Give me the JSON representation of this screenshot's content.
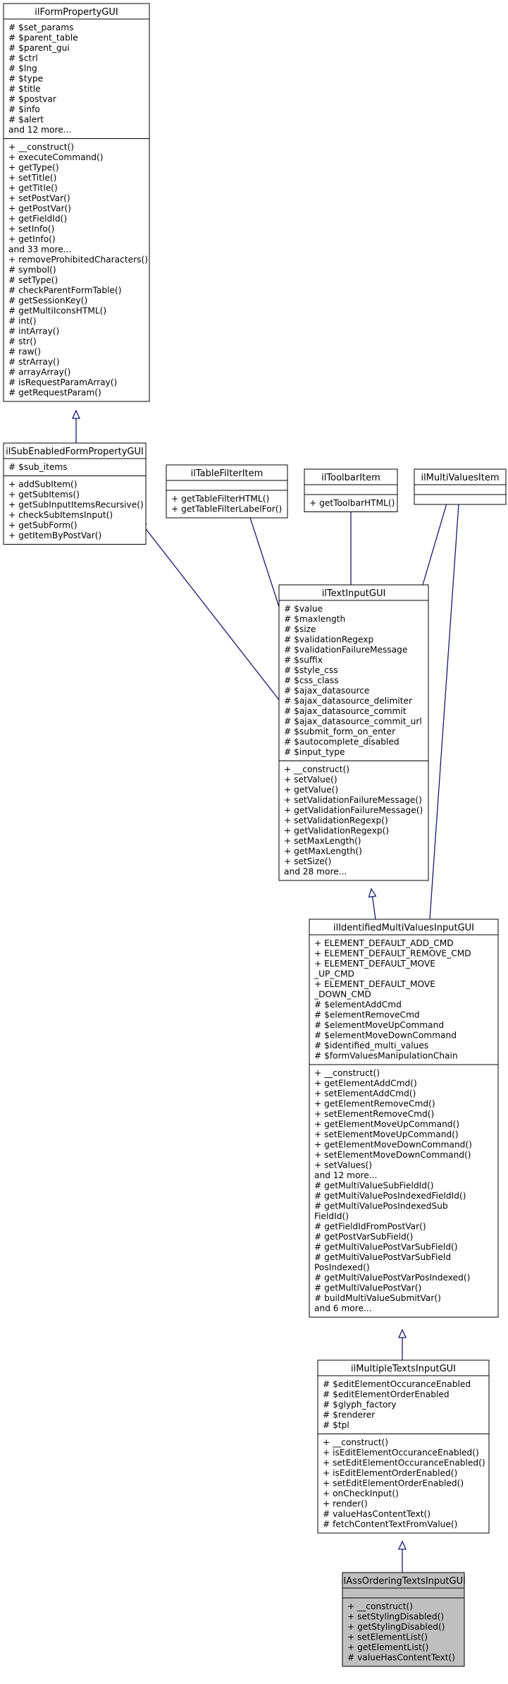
{
  "classes": [
    {
      "id": "ilFormPropertyGUI",
      "title": "ilFormPropertyGUI",
      "highlight": false,
      "sections": [
        [
          "# $set_params",
          "# $parent_table",
          "# $parent_gui",
          "# $ctrl",
          "# $lng",
          "# $type",
          "# $title",
          "# $postvar",
          "# $info",
          "# $alert",
          "and 12 more..."
        ],
        [
          "+ __construct()",
          "+ executeCommand()",
          "+ getType()",
          "+ setTitle()",
          "+ getTitle()",
          "+ setPostVar()",
          "+ getPostVar()",
          "+ getFieldId()",
          "+ setInfo()",
          "+ getInfo()",
          "and 33 more...",
          "+ removeProhibitedCharacters()",
          "# symbol()",
          "# setType()",
          "# checkParentFormTable()",
          "# getSessionKey()",
          "# getMultiIconsHTML()",
          "# int()",
          "# intArray()",
          "# str()",
          "# raw()",
          "# strArray()",
          "# arrayArray()",
          "# isRequestParamArray()",
          "# getRequestParam()"
        ]
      ]
    },
    {
      "id": "ilSubEnabledFormPropertyGUI",
      "title": "ilSubEnabledFormPropertyGUI",
      "highlight": false,
      "sections": [
        [
          "# $sub_items"
        ],
        [
          "+ addSubItem()",
          "+ getSubItems()",
          "+ getSubInputItemsRecursive()",
          "+ checkSubItemsInput()",
          "+ getSubForm()",
          "+ getItemByPostVar()"
        ]
      ]
    },
    {
      "id": "ilTableFilterItem",
      "title": "ilTableFilterItem",
      "highlight": false,
      "sections": [
        [],
        [
          "+ getTableFilterHTML()",
          "+ getTableFilterLabelFor()"
        ]
      ]
    },
    {
      "id": "ilToolbarItem",
      "title": "ilToolbarItem",
      "highlight": false,
      "sections": [
        [],
        [
          "+ getToolbarHTML()"
        ]
      ]
    },
    {
      "id": "ilMultiValuesItem",
      "title": "ilMultiValuesItem",
      "highlight": false,
      "sections": [
        [],
        []
      ]
    },
    {
      "id": "ilTextInputGUI",
      "title": "ilTextInputGUI",
      "highlight": false,
      "sections": [
        [
          "# $value",
          "# $maxlength",
          "# $size",
          "# $validationRegexp",
          "# $validationFailureMessage",
          "# $suffix",
          "# $style_css",
          "# $css_class",
          "# $ajax_datasource",
          "# $ajax_datasource_delimiter",
          "# $ajax_datasource_commit",
          "# $ajax_datasource_commit_url",
          "# $submit_form_on_enter",
          "# $autocomplete_disabled",
          "# $input_type"
        ],
        [
          "+ __construct()",
          "+ setValue()",
          "+ getValue()",
          "+ setValidationFailureMessage()",
          "+ getValidationFailureMessage()",
          "+ setValidationRegexp()",
          "+ getValidationRegexp()",
          "+ setMaxLength()",
          "+ getMaxLength()",
          "+ setSize()",
          "and 28 more..."
        ]
      ]
    },
    {
      "id": "ilIdentifiedMultiValuesInputGUI",
      "title": "ilIdentifiedMultiValuesInputGUI",
      "highlight": false,
      "sections": [
        [
          "+ ELEMENT_DEFAULT_ADD_CMD",
          "+ ELEMENT_DEFAULT_REMOVE_CMD",
          "+ ELEMENT_DEFAULT_MOVE",
          "_UP_CMD",
          "+ ELEMENT_DEFAULT_MOVE",
          "_DOWN_CMD",
          "# $elementAddCmd",
          "# $elementRemoveCmd",
          "# $elementMoveUpCommand",
          "# $elementMoveDownCommand",
          "# $identified_multi_values",
          "# $formValuesManipulationChain"
        ],
        [
          "+ __construct()",
          "+ getElementAddCmd()",
          "+ setElementAddCmd()",
          "+ getElementRemoveCmd()",
          "+ setElementRemoveCmd()",
          "+ getElementMoveUpCommand()",
          "+ setElementMoveUpCommand()",
          "+ getElementMoveDownCommand()",
          "+ setElementMoveDownCommand()",
          "+ setValues()",
          "and 12 more...",
          "# getMultiValueSubFieldId()",
          "# getMultiValuePosIndexedFieldId()",
          "# getMultiValuePosIndexedSub",
          "FieldId()",
          "# getFieldIdFromPostVar()",
          "# getPostVarSubField()",
          "# getMultiValuePostVarSubField()",
          "# getMultiValuePostVarSubField",
          "PosIndexed()",
          "# getMultiValuePostVarPosIndexed()",
          "# getMultiValuePostVar()",
          "# buildMultiValueSubmitVar()",
          "and 6 more..."
        ]
      ]
    },
    {
      "id": "ilMultipleTextsInputGUI",
      "title": "ilMultipleTextsInputGUI",
      "highlight": false,
      "sections": [
        [
          "# $editElementOccuranceEnabled",
          "# $editElementOrderEnabled",
          "# $glyph_factory",
          "# $renderer",
          "# $tpl"
        ],
        [
          "+ __construct()",
          "+ isEditElementOccuranceEnabled()",
          "+ setEditElementOccuranceEnabled()",
          "+ isEditElementOrderEnabled()",
          "+ setEditElementOrderEnabled()",
          "+ onCheckInput()",
          "+ render()",
          "# valueHasContentText()",
          "# fetchContentTextFromValue()"
        ]
      ]
    },
    {
      "id": "ilAssOrderingTextsInputGUI",
      "title": "ilAssOrderingTextsInputGUI",
      "highlight": true,
      "sections": [
        [],
        [
          "+ __construct()",
          "+ setStylingDisabled()",
          "+ getStylingDisabled()",
          "+ setElementList()",
          "+ getElementList()",
          "# valueHasContentText()"
        ]
      ]
    }
  ],
  "relations": [
    {
      "from": "ilSubEnabledFormPropertyGUI",
      "to": "ilFormPropertyGUI"
    },
    {
      "from": "ilTextInputGUI",
      "to": "ilSubEnabledFormPropertyGUI"
    },
    {
      "from": "ilTextInputGUI",
      "to": "ilTableFilterItem"
    },
    {
      "from": "ilTextInputGUI",
      "to": "ilToolbarItem"
    },
    {
      "from": "ilTextInputGUI",
      "to": "ilMultiValuesItem"
    },
    {
      "from": "ilIdentifiedMultiValuesInputGUI",
      "to": "ilTextInputGUI"
    },
    {
      "from": "ilIdentifiedMultiValuesInputGUI",
      "to": "ilMultiValuesItem"
    },
    {
      "from": "ilMultipleTextsInputGUI",
      "to": "ilIdentifiedMultiValuesInputGUI"
    },
    {
      "from": "ilAssOrderingTextsInputGUI",
      "to": "ilMultipleTextsInputGUI"
    }
  ],
  "colors": {
    "edge": "#191970",
    "box_border": "#000000",
    "box_fill": "#ffffff",
    "highlight_fill": "#bfbfbf"
  }
}
